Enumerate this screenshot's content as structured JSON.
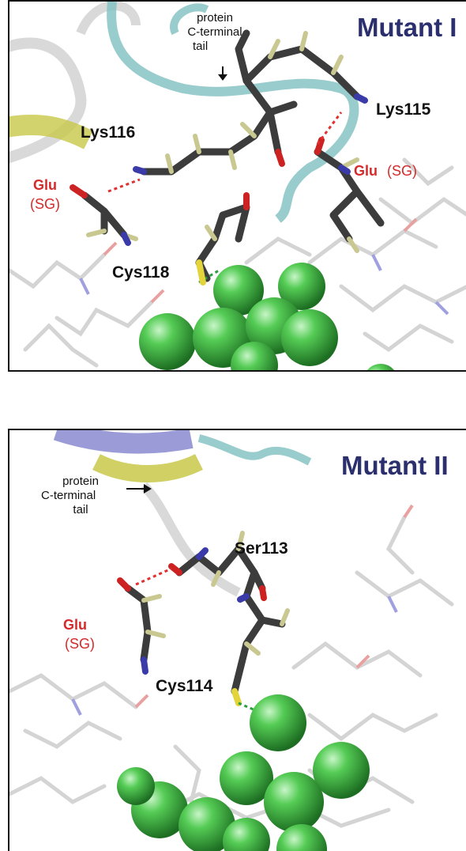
{
  "panels": [
    {
      "title": "Mutant I",
      "note_lines": [
        "protein",
        "C-terminal",
        "tail"
      ],
      "residues": [
        "Lys116",
        "Lys115",
        "Cys118"
      ],
      "glu_left": {
        "name": "Glu",
        "tag": "(SG)"
      },
      "glu_right": {
        "name": "Glu",
        "tag": "(SG)"
      }
    },
    {
      "title": "Mutant II",
      "note_lines": [
        "protein",
        "C-terminal",
        "tail"
      ],
      "residues": [
        "Ser113",
        "Cys114"
      ],
      "glu_left": {
        "name": "Glu",
        "tag": "(SG)"
      }
    }
  ],
  "colors": {
    "title": "#2b2f6e",
    "glu_label": "#d42a2a",
    "sphere": "#39b54a",
    "carbon": "#3c3c3c",
    "hydrogen": "#c8c890",
    "tail": "#7fbfbf"
  }
}
